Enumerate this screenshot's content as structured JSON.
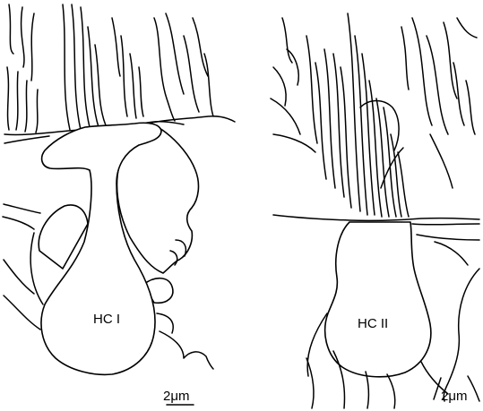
{
  "panels": [
    {
      "cell_label": "HC I",
      "scale_bar": "2μm"
    },
    {
      "cell_label": "HC II",
      "scale_bar": "2μm"
    }
  ]
}
